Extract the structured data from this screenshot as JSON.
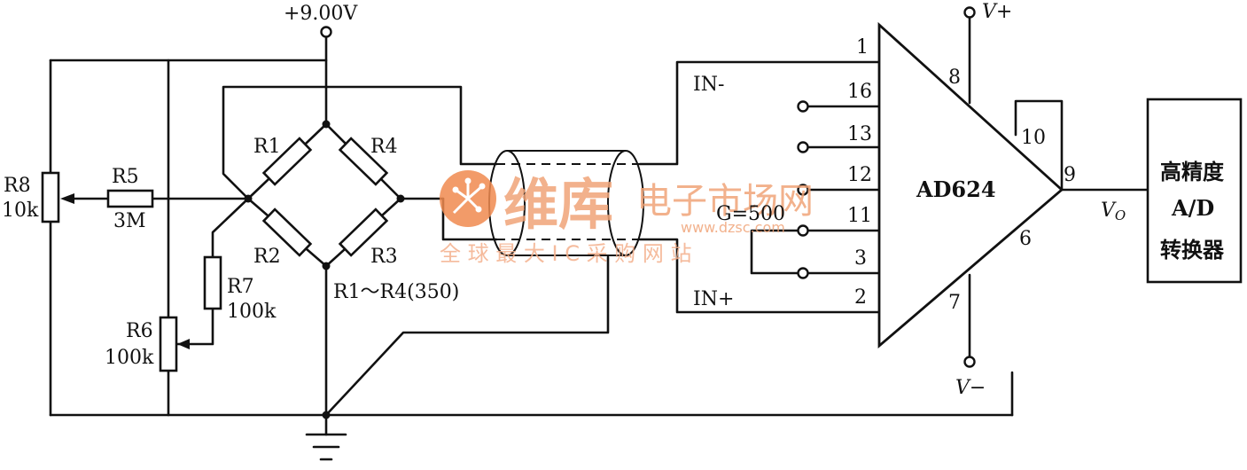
{
  "supply_label": "+9.00V",
  "bridge": {
    "r1": "R1",
    "r2": "R2",
    "r3": "R3",
    "r4": "R4",
    "note": "R1～R4(350)"
  },
  "components": {
    "r5": "R5",
    "r5_value": "3M",
    "r6": "R6",
    "r6_value": "100k",
    "r7": "R7",
    "r7_value": "100k",
    "r8": "R8",
    "r8_value": "10k"
  },
  "amplifier": {
    "name": "AD624",
    "in_minus": "IN-",
    "in_plus": "IN+",
    "gain": "G=500",
    "pins": {
      "p1": "1",
      "p2": "2",
      "p3": "3",
      "p6": "6",
      "p7": "7",
      "p8": "8",
      "p9": "9",
      "p10": "10",
      "p11": "11",
      "p12": "12",
      "p13": "13",
      "p16": "16"
    },
    "vplus": "V+",
    "vminus": "V−",
    "vout": "V",
    "vout_sub": "O"
  },
  "adc": {
    "line1": "高精度",
    "line2": "A/D",
    "line3": "转换器"
  },
  "watermark": {
    "cn_bold": "维库",
    "cn_light": "电子市场网",
    "url": "www.dzsc.com",
    "tagline": "全 球 最 大 I C 采 购 网 站"
  },
  "colors": {
    "ink": "#111111",
    "watermark": "#f0a478"
  }
}
